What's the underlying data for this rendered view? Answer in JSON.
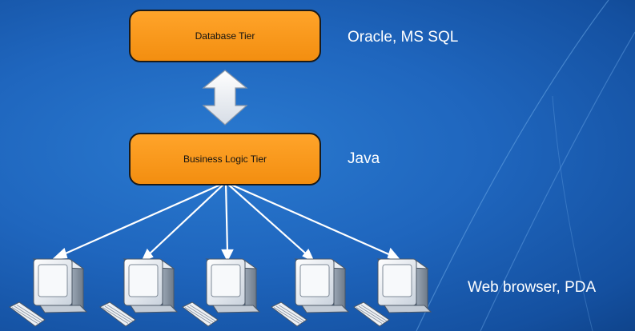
{
  "tiers": {
    "database": {
      "label": "Database Tier",
      "tech": "Oracle, MS SQL"
    },
    "business": {
      "label": "Business Logic Tier",
      "tech": "Java"
    },
    "client": {
      "tech": "Web browser, PDA",
      "computer_count": 5
    }
  },
  "colors": {
    "background": "#1f66be",
    "tier_box_fill": "#f7951b",
    "tier_box_border": "#1a1a1a",
    "arrow": "#ffffff",
    "text": "#ffffff"
  },
  "icons": [
    "double-arrow-icon",
    "computer-icon"
  ]
}
